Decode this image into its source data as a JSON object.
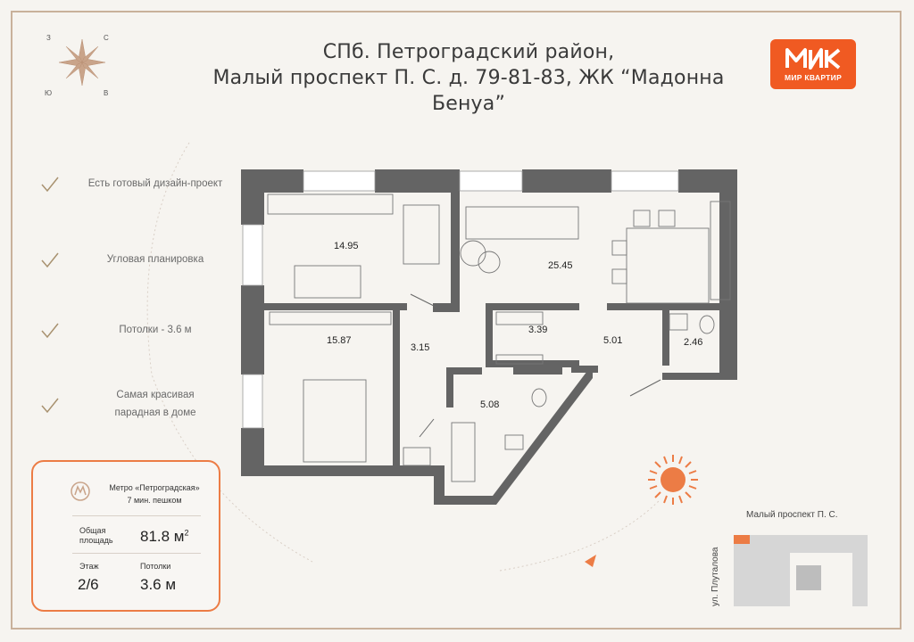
{
  "header": {
    "title_line1": "СПб. Петроградский район,",
    "title_line2": "Малый проспект П. С. д. 79-81-83, ЖК “Мадонна Бенуа”"
  },
  "logo": {
    "text": "МИР КВАРТИР",
    "color": "#f05a22"
  },
  "compass": {
    "north": "С",
    "west": "З",
    "south": "Ю",
    "east": "В"
  },
  "features": [
    "Есть готовый дизайн-проект",
    "Угловая планировка",
    "Потолки - 3.6 м",
    "Самая красивая\nпарадная в доме"
  ],
  "info": {
    "metro_name": "Метро «Петроградская»",
    "metro_walk": "7 мин. пешком",
    "area_label_1": "Общая",
    "area_label_2": "площадь",
    "area_value": "81.8 м",
    "area_unit_sup": "2",
    "floor_label": "Этаж",
    "floor_value": "2/6",
    "ceiling_label": "Потолки",
    "ceiling_value": "3.6 м"
  },
  "rooms": {
    "room1": "14.95",
    "living": "25.45",
    "bedroom": "15.87",
    "corridor": "3.15",
    "closet": "3.39",
    "hall": "5.01",
    "wc": "2.46",
    "bath": "5.08"
  },
  "map": {
    "street_main": "Малый проспект П. С.",
    "street_side": "ул. Плуталова"
  },
  "colors": {
    "accent": "#ec7c45",
    "wall": "#646464",
    "background": "#f6f4f0"
  }
}
